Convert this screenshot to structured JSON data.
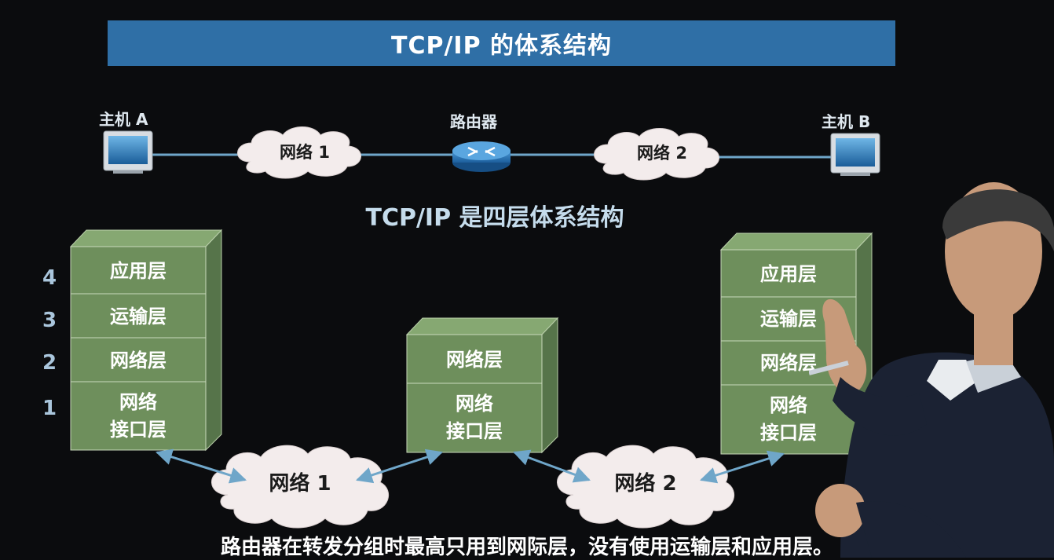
{
  "title": "TCP/IP 的体系结构",
  "subtitle": "TCP/IP 是四层体系结构",
  "top_topology": {
    "host_a": "主机 A",
    "router": "路由器",
    "host_b": "主机 B",
    "network_1": "网络 1",
    "network_2": "网络 2"
  },
  "layer_numbers": [
    "4",
    "3",
    "2",
    "1"
  ],
  "host_a_stack": [
    {
      "label": "应用层"
    },
    {
      "label": "运输层"
    },
    {
      "label": "网络层"
    },
    {
      "label_line1": "网络",
      "label_line2": "接口层"
    }
  ],
  "router_stack": [
    {
      "label": "网络层"
    },
    {
      "label_line1": "网络",
      "label_line2": "接口层"
    }
  ],
  "host_b_stack": [
    {
      "label": "应用层"
    },
    {
      "label": "运输层"
    },
    {
      "label": "网络层"
    },
    {
      "label_line1": "网络",
      "label_line2": "接口层"
    }
  ],
  "bottom_clouds": {
    "network_1": "网络 1",
    "network_2": "网络 2"
  },
  "footer": "路由器在转发分组时最高只用到网际层，没有使用运输层和应用层。",
  "colors": {
    "background": "#0b0c0e",
    "title_bar": "#2f6fa6",
    "layer_fill": "#6e8f5c",
    "layer_side": "#56744a",
    "cloud": "#f3ecec",
    "link_line": "#6fa6c9"
  }
}
